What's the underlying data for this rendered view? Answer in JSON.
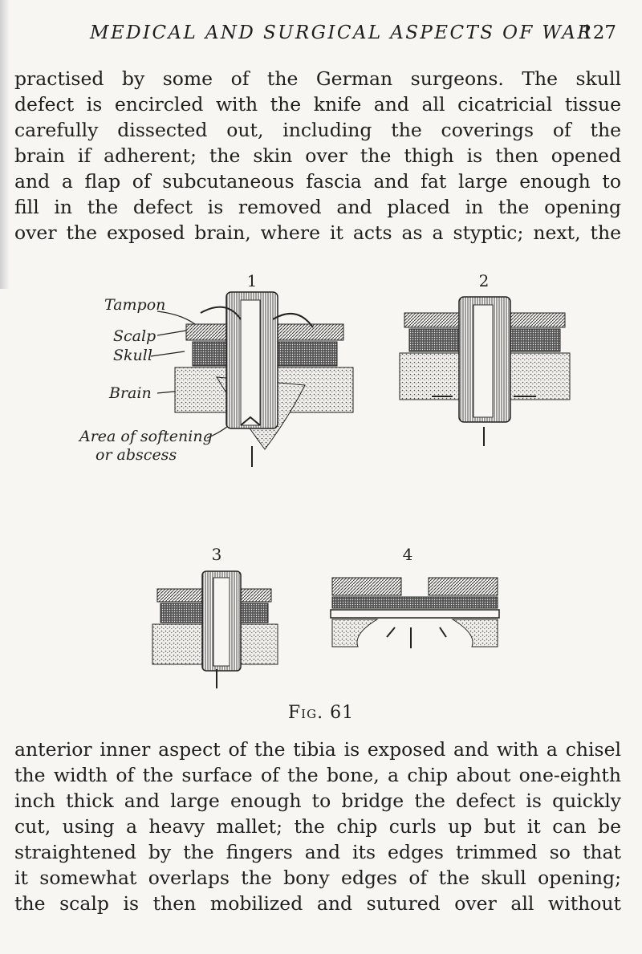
{
  "header": {
    "running_title": "MEDICAL AND SURGICAL ASPECTS OF WAR",
    "page_number": "127"
  },
  "top_text": [
    "practised by some of the German surgeons. The skull",
    "defect is encircled with the knife and all cicatricial tissue",
    "carefully dissected out, including the coverings of the",
    "brain if adherent; the skin over the thigh is then opened",
    "and a flap of subcutaneous fascia and fat large enough to",
    "fill in the defect is removed and placed in the opening",
    "over the exposed brain, where it acts as a styptic; next, the"
  ],
  "figure": {
    "panel_numbers": [
      "1",
      "2",
      "3",
      "4"
    ],
    "labels": {
      "tampon": "Tampon",
      "scalp": "Scalp",
      "skull": "Skull",
      "brain": "Brain",
      "area_1": "Area of softening",
      "area_2": "or abscess"
    },
    "caption_prefix": "Fig.",
    "caption_number": "61"
  },
  "bottom_text": [
    "anterior inner aspect of the tibia is exposed and with a chisel",
    "the width of the surface of the bone, a chip about one-eighth",
    "inch thick and large enough to bridge the defect is quickly",
    "cut, using a heavy mallet; the chip curls up but it can be",
    "straightened by the fingers and its edges trimmed so that",
    "it somewhat overlaps the bony edges of the skull opening;",
    "the scalp is then mobilized and sutured over all without"
  ]
}
